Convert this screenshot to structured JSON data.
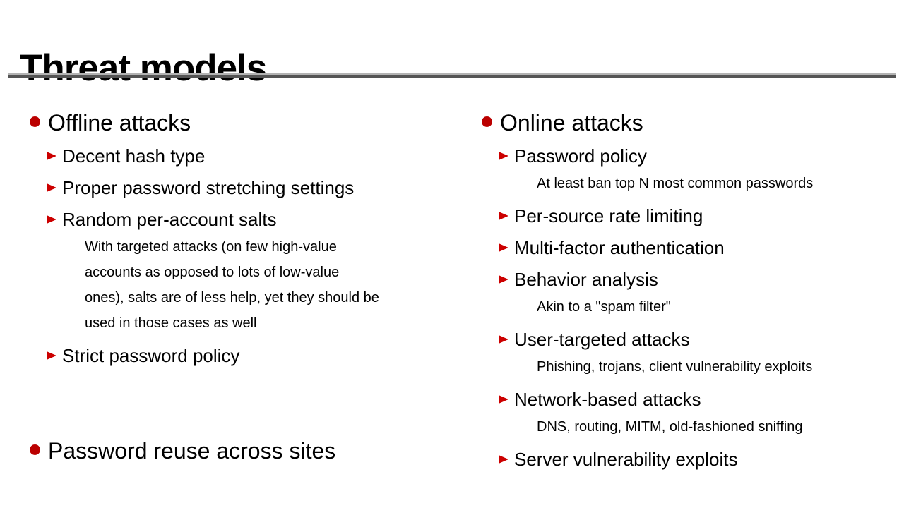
{
  "slide": {
    "title": "Threat models"
  },
  "colors": {
    "background": "#ffffff",
    "text": "#000000",
    "bullet_circle": "#bb0000",
    "bullet_triangle": "#cc0000",
    "divider_light": "#b3b3b3",
    "divider_dark": "#545454"
  },
  "columns": [
    {
      "groups": [
        {
          "title": "Offline attacks",
          "items": [
            {
              "level": 2,
              "text": "Decent hash type"
            },
            {
              "level": 2,
              "text": "Proper password stretching settings"
            },
            {
              "level": 2,
              "text": "Random per-account salts"
            },
            {
              "level": 3,
              "lines": [
                "With targeted attacks (on few high-value",
                "accounts as opposed to lots of low-value",
                "ones), salts are of less help, yet they should be",
                "used in those cases as well"
              ]
            },
            {
              "level": 2,
              "text": "Strict password policy"
            }
          ]
        },
        {
          "title": "Password reuse across sites",
          "items": []
        }
      ]
    },
    {
      "groups": [
        {
          "title": "Online attacks",
          "items": [
            {
              "level": 2,
              "text": "Password policy"
            },
            {
              "level": 3,
              "lines": [
                "At least ban top N most common passwords"
              ]
            },
            {
              "level": 2,
              "text": "Per-source rate limiting"
            },
            {
              "level": 2,
              "text": "Multi-factor authentication"
            },
            {
              "level": 2,
              "text": "Behavior analysis"
            },
            {
              "level": 3,
              "lines": [
                "Akin to a \"spam filter\""
              ]
            },
            {
              "level": 2,
              "text": "User-targeted attacks"
            },
            {
              "level": 3,
              "lines": [
                "Phishing, trojans, client vulnerability exploits"
              ]
            },
            {
              "level": 2,
              "text": "Network-based attacks"
            },
            {
              "level": 3,
              "lines": [
                "DNS, routing, MITM, old-fashioned sniffing"
              ]
            },
            {
              "level": 2,
              "text": "Server vulnerability exploits"
            }
          ]
        }
      ]
    }
  ]
}
